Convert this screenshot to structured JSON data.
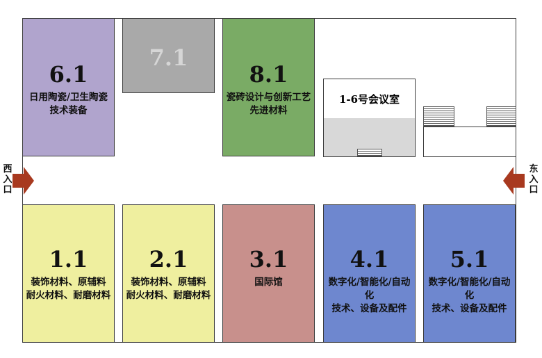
{
  "halls": {
    "h61": {
      "num": "6.1",
      "desc": "日用陶瓷/卫生陶瓷\n技术装备",
      "color": "#b0a4cd"
    },
    "h71": {
      "num": "7.1",
      "desc": "",
      "color": "#a9a9a9"
    },
    "h81": {
      "num": "8.1",
      "desc": "瓷砖设计与创新工艺\n先进材料",
      "color": "#7aab65"
    },
    "h11": {
      "num": "1.1",
      "desc": "装饰材料、原辅料\n耐火材料、耐磨材料",
      "color": "#efef9f"
    },
    "h21": {
      "num": "2.1",
      "desc": "装饰材料、原辅料\n耐火材料、耐磨材料",
      "color": "#efef9f"
    },
    "h31": {
      "num": "3.1",
      "desc": "国际馆",
      "color": "#c8908c"
    },
    "h41": {
      "num": "4.1",
      "desc": "数字化/智能化/自动化\n技术、设备及配件",
      "color": "#6e87cf"
    },
    "h51": {
      "num": "5.1",
      "desc": "数字化/智能化/自动化\n技术、设备及配件",
      "color": "#6e87cf"
    }
  },
  "meeting_room": {
    "label": "1-6号会议室"
  },
  "entrances": {
    "west": {
      "label": "西入口"
    },
    "east": {
      "label": "东入口"
    }
  },
  "arrow_color": "#a8391f"
}
